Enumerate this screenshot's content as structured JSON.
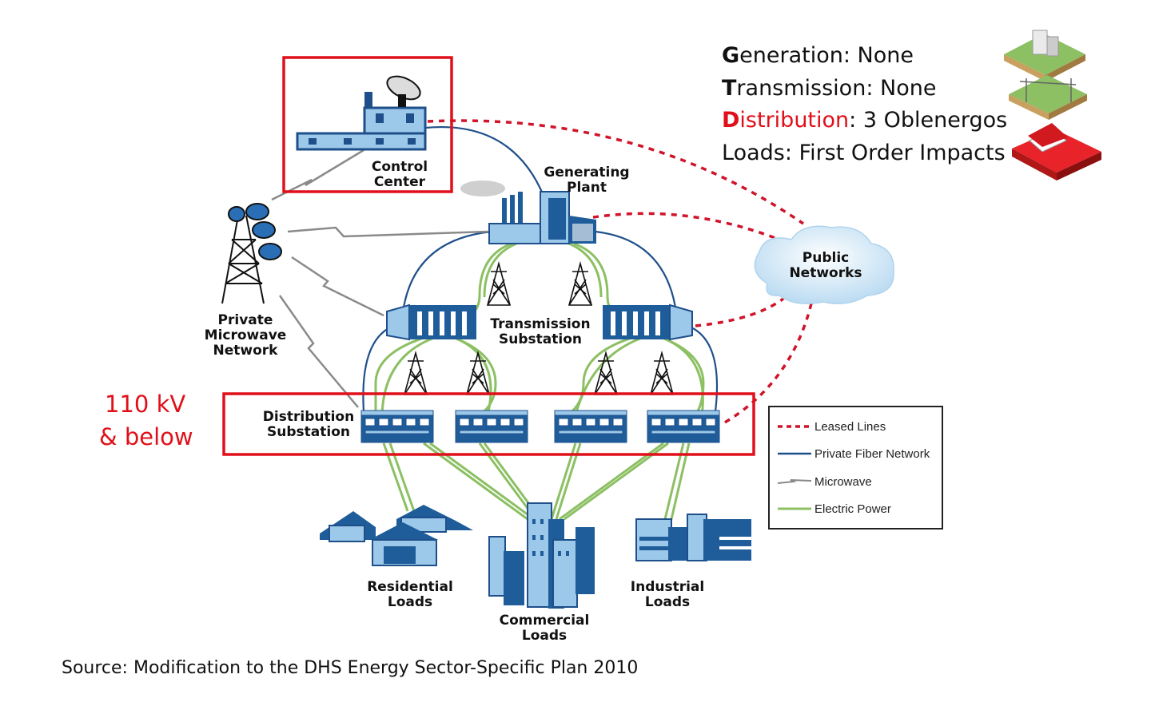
{
  "summary": {
    "generation": {
      "lead": "G",
      "rest": "eneration:  None"
    },
    "transmission": {
      "lead": "T",
      "rest": "ransmission: None"
    },
    "distribution": {
      "lead": "D",
      "label": "istribution",
      "rest": ": 3 Oblenergos"
    },
    "loads": "Loads: First Order Impacts"
  },
  "voltage_note": {
    "line1": "110 kV",
    "line2": "& below"
  },
  "nodes": {
    "control_center": [
      "Control",
      "Center"
    ],
    "generating_plant": [
      "Generating",
      "Plant"
    ],
    "public_networks": [
      "Public",
      "Networks"
    ],
    "private_microwave": [
      "Private",
      "Microwave",
      "Network"
    ],
    "transmission_substation": [
      "Transmission",
      "Substation"
    ],
    "distribution_substation": [
      "Distribution",
      "Substation"
    ],
    "residential_loads": [
      "Residential",
      "Loads"
    ],
    "commercial_loads": [
      "Commercial",
      "Loads"
    ],
    "industrial_loads": [
      "Industrial",
      "Loads"
    ]
  },
  "legend": {
    "leased": "Leased Lines",
    "fiber": "Private Fiber Network",
    "microwave": "Microwave",
    "power": "Electric Power"
  },
  "colors": {
    "leased": "#d0142a",
    "fiber": "#1f4f8a",
    "microwave": "#888888",
    "power": "#8cc063",
    "building": "#1f5d9a",
    "building_light": "#9cc8ea",
    "highlight": "#e0101a"
  },
  "source": "Source:  Modification to the DHS Energy Sector-Specific Plan 2010"
}
